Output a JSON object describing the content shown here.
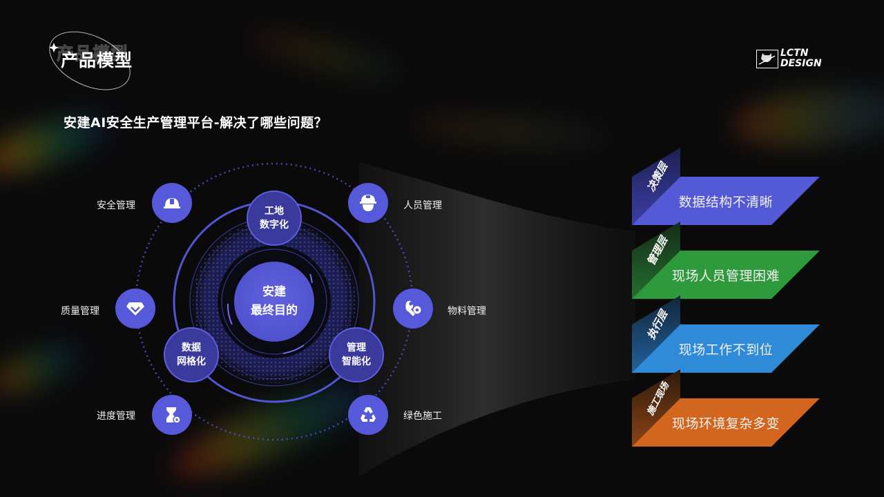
{
  "header": {
    "title": "产品模型",
    "subtitle": "安建AI安全生产管理平台-解决了哪些问题？",
    "logo": {
      "line1": "LCTN",
      "line2": "DESIGN",
      "icon": "cat-logo-icon"
    }
  },
  "diagram": {
    "center": {
      "line1": "安建",
      "line2": "最终目的"
    },
    "sub_nodes": [
      {
        "line1": "工地",
        "line2": "数字化"
      },
      {
        "line1": "数据",
        "line2": "网格化"
      },
      {
        "line1": "管理",
        "line2": "智能化"
      }
    ],
    "outer_nodes": [
      {
        "label": "安全管理",
        "icon": "hardhat-icon"
      },
      {
        "label": "人员管理",
        "icon": "worker-helmet-icon"
      },
      {
        "label": "质量管理",
        "icon": "diamond-icon"
      },
      {
        "label": "物料管理",
        "icon": "wrench-gear-icon"
      },
      {
        "label": "进度管理",
        "icon": "hourglass-gear-icon"
      },
      {
        "label": "绿色施工",
        "icon": "recycle-icon"
      }
    ],
    "colors": {
      "node": "#5659d9",
      "sub_node": "#3a3a9c",
      "ring": "#5d5fe0"
    }
  },
  "layers": [
    {
      "tag": "决策层",
      "text": "数据结构不清晰",
      "color": "#5459d6",
      "side": "#2a2c72"
    },
    {
      "tag": "管理层",
      "text": "现场人员管理困难",
      "color": "#2f9a3c",
      "side": "#1c4a22"
    },
    {
      "tag": "执行层",
      "text": "现场工作不到位",
      "color": "#2f8ad8",
      "side": "#1b3f64"
    },
    {
      "tag": "施工现场",
      "text": "现场环境复杂多变",
      "color": "#d2661e",
      "side": "#5a2e12"
    }
  ]
}
